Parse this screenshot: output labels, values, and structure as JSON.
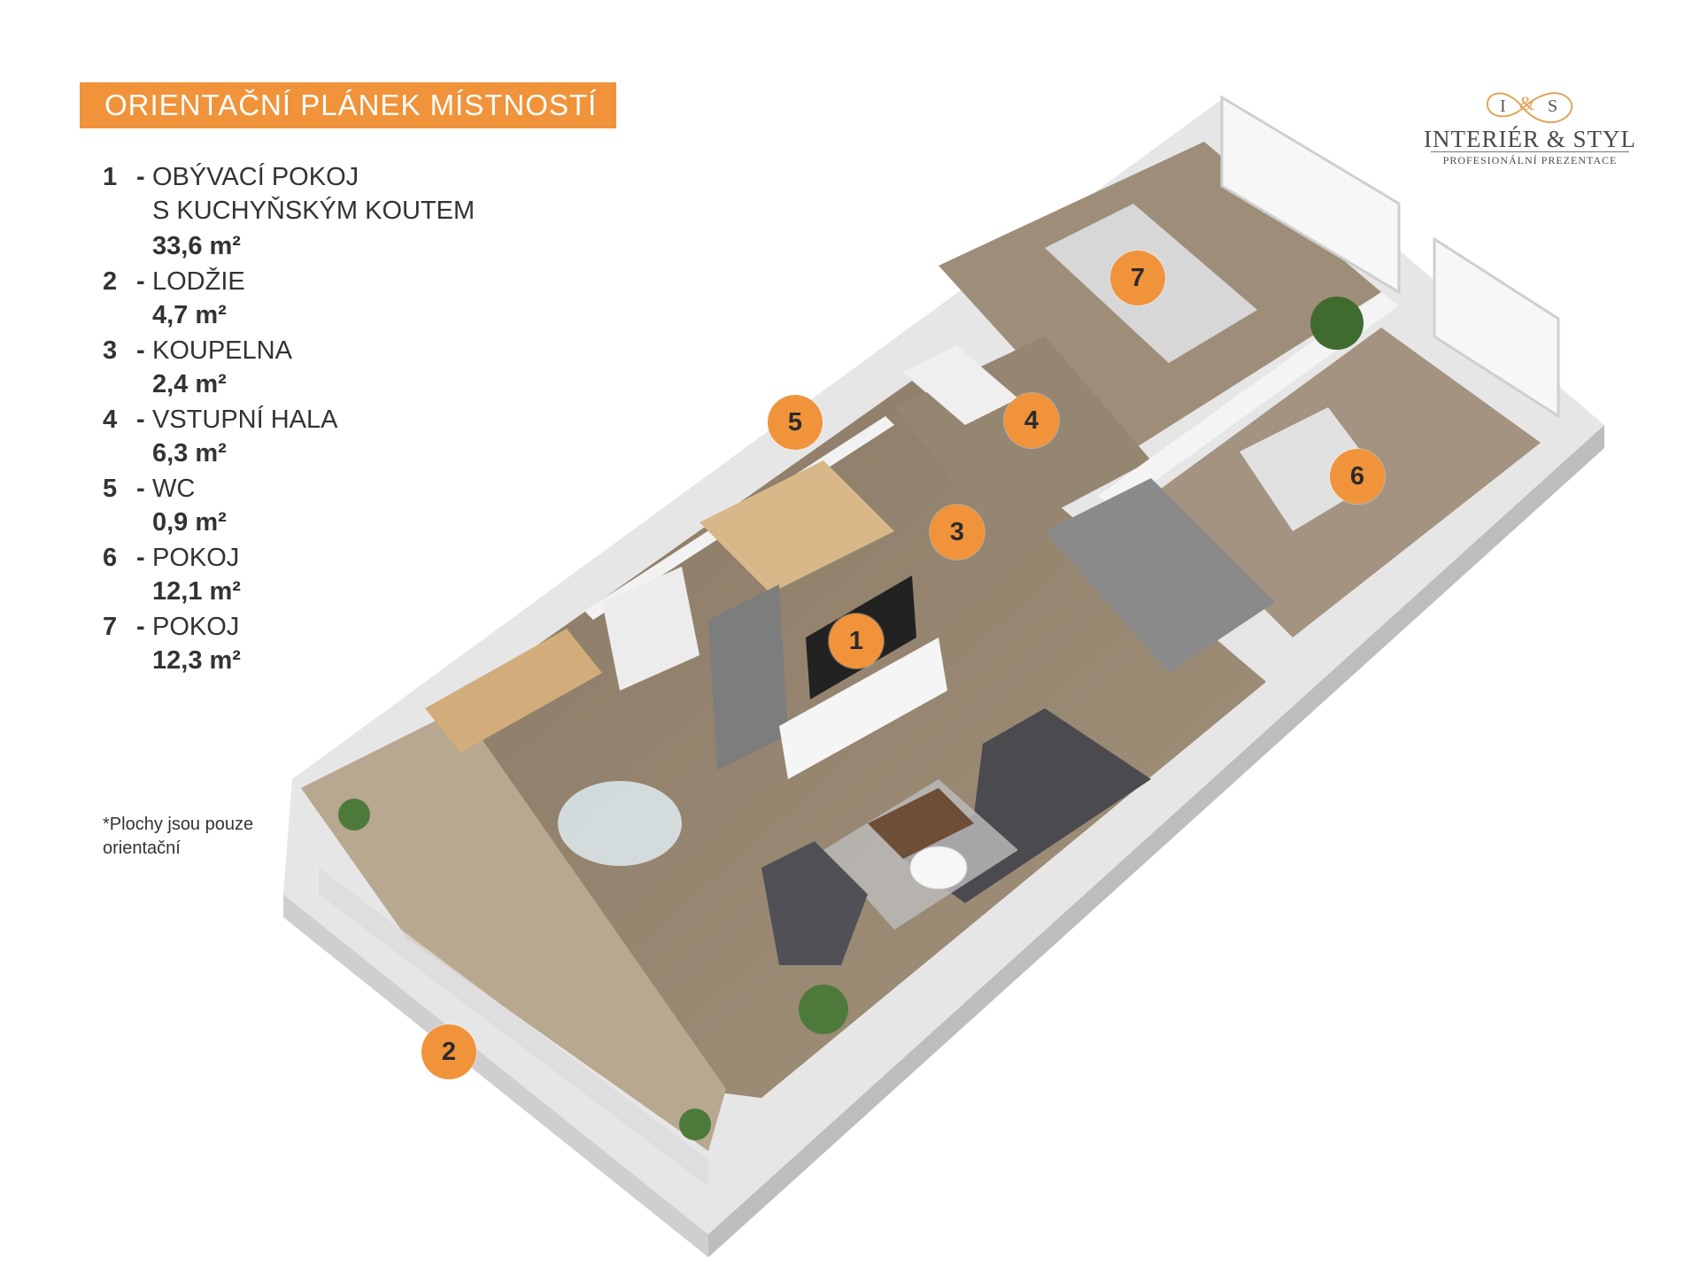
{
  "title": "ORIENTAČNÍ PLÁNEK MÍSTNOSTÍ",
  "logo": {
    "monogram_left": "I",
    "monogram_amp": "&",
    "monogram_right": "S",
    "name": "INTERIÉR & STYL",
    "tagline": "PROFESIONÁLNÍ PREZENTACE",
    "accent_color": "#e0a55a"
  },
  "accent_color": "#f0933a",
  "rooms": [
    {
      "number": "1",
      "name": "OBÝVACÍ POKOJ",
      "name_line2": "S KUCHYŇSKÝM KOUTEM",
      "area": "33,6 m²"
    },
    {
      "number": "2",
      "name": "LODŽIE",
      "area": "4,7 m²"
    },
    {
      "number": "3",
      "name": "KOUPELNA",
      "area": "2,4 m²"
    },
    {
      "number": "4",
      "name": "VSTUPNÍ HALA",
      "area": "6,3 m²"
    },
    {
      "number": "5",
      "name": "WC",
      "area": "0,9 m²"
    },
    {
      "number": "6",
      "name": "POKOJ",
      "area": "12,1 m²"
    },
    {
      "number": "7",
      "name": "POKOJ",
      "area": "12,3 m²"
    }
  ],
  "note": "*Plochy jsou pouze orientační",
  "markers": [
    "1",
    "2",
    "3",
    "4",
    "5",
    "6",
    "7"
  ]
}
